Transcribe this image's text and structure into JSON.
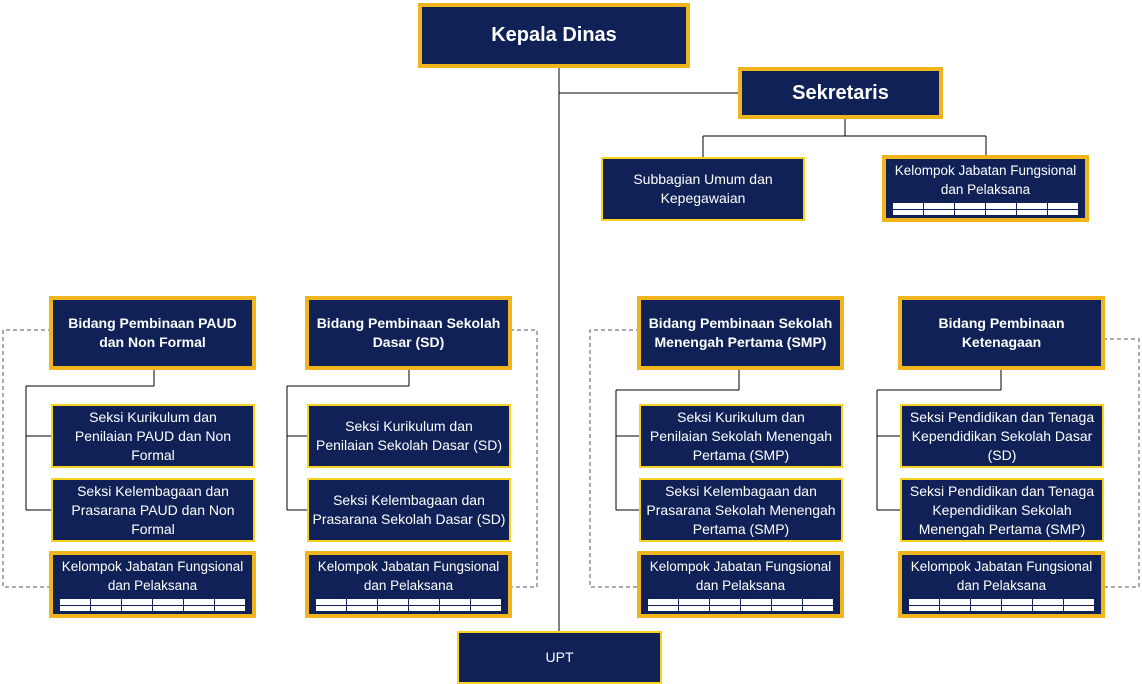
{
  "head": {
    "label": "Kepala Dinas"
  },
  "secretary": {
    "label": "Sekretaris",
    "units": [
      {
        "label": "Subbagian Umum dan\nKepegawaian"
      },
      {
        "label": "Kelompok Jabatan Fungsional\ndan Pelaksana"
      }
    ]
  },
  "divisions": [
    {
      "label": "Bidang Pembinaan PAUD\ndan Non Formal",
      "sections": [
        "Seksi Kurikulum dan\nPenilaian PAUD dan Non\nFormal",
        "Seksi Kelembagaan dan\nPrasarana PAUD dan Non\nFormal"
      ],
      "group": "Kelompok Jabatan Fungsional\ndan Pelaksana"
    },
    {
      "label": "Bidang Pembinaan Sekolah\nDasar (SD)",
      "sections": [
        "Seksi Kurikulum dan\nPenilaian Sekolah Dasar (SD)",
        "Seksi Kelembagaan dan\nPrasarana Sekolah Dasar (SD)"
      ],
      "group": "Kelompok Jabatan Fungsional\ndan Pelaksana"
    },
    {
      "label": "Bidang Pembinaan Sekolah\nMenengah Pertama (SMP)",
      "sections": [
        "Seksi Kurikulum dan\nPenilaian Sekolah Menengah\nPertama (SMP)",
        "Seksi Kelembagaan dan\nPrasarana Sekolah Menengah\nPertama (SMP)"
      ],
      "group": "Kelompok Jabatan Fungsional\ndan Pelaksana"
    },
    {
      "label": "Bidang Pembinaan\nKetenagaan",
      "sections": [
        "Seksi Pendidikan dan Tenaga\nKependidikan Sekolah Dasar\n(SD)",
        "Seksi Pendidikan dan Tenaga\nKependidikan Sekolah\nMenengah Pertama (SMP)"
      ],
      "group": "Kelompok Jabatan Fungsional\ndan Pelaksana"
    }
  ],
  "upt": {
    "label": "UPT"
  }
}
